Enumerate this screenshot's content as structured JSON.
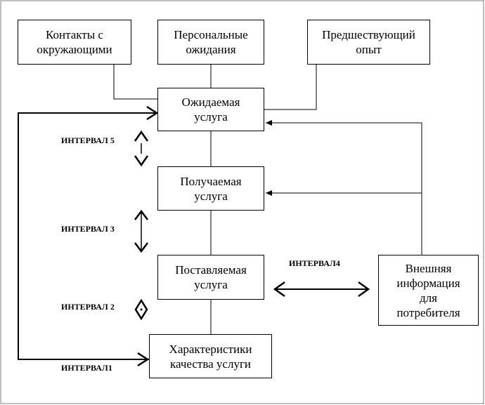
{
  "diagram": {
    "boxes": {
      "contacts": "Контакты с\nокружающими",
      "personal_expectations": "Персональные\nожидания",
      "past_experience": "Предшествующий\nопыт",
      "expected_service": "Ожидаемая\nуслуга",
      "received_service": "Получаемая\nуслуга",
      "delivered_service": "Поставляемая\nуслуга",
      "quality_specs": "Характеристики\nкачества услуги",
      "external_info": "Внешняя\nинформация\nдля\nпотребителя"
    },
    "gaps": {
      "gap5": "ИНТЕРВАЛ 5",
      "gap3": "ИНТЕРВАЛ 3",
      "gap2": "ИНТЕРВАЛ 2",
      "gap4": "ИНТЕРВАЛ4",
      "gap1": "ИНТЕРВАЛ1"
    }
  }
}
